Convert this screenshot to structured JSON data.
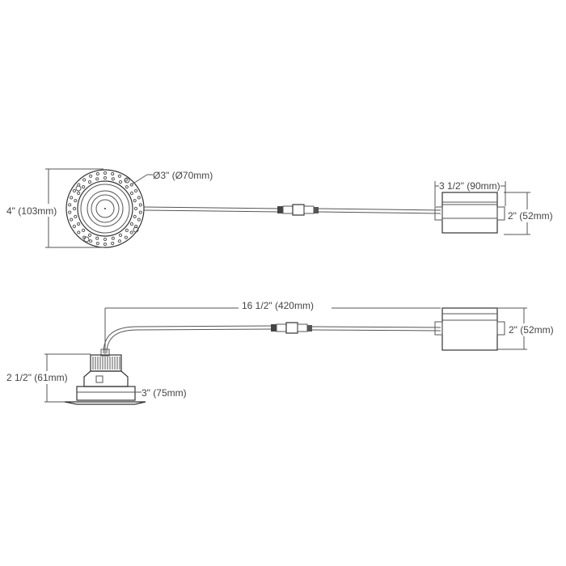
{
  "top_view": {
    "height_label": "4\" (103mm)",
    "diameter_label": "Ø3\" (Ø70mm)",
    "driver_width_label": "3 1/2\" (90mm)",
    "driver_height_label": "2\" (52mm)"
  },
  "side_view": {
    "cable_length_label": "16 1/2\" (420mm)",
    "fixture_height_label": "2 1/2\" (61mm)",
    "trim_width_label": "3\" (75mm)",
    "driver_height_label": "2\" (52mm)"
  },
  "colors": {
    "line": "#555555",
    "text": "#444444"
  }
}
